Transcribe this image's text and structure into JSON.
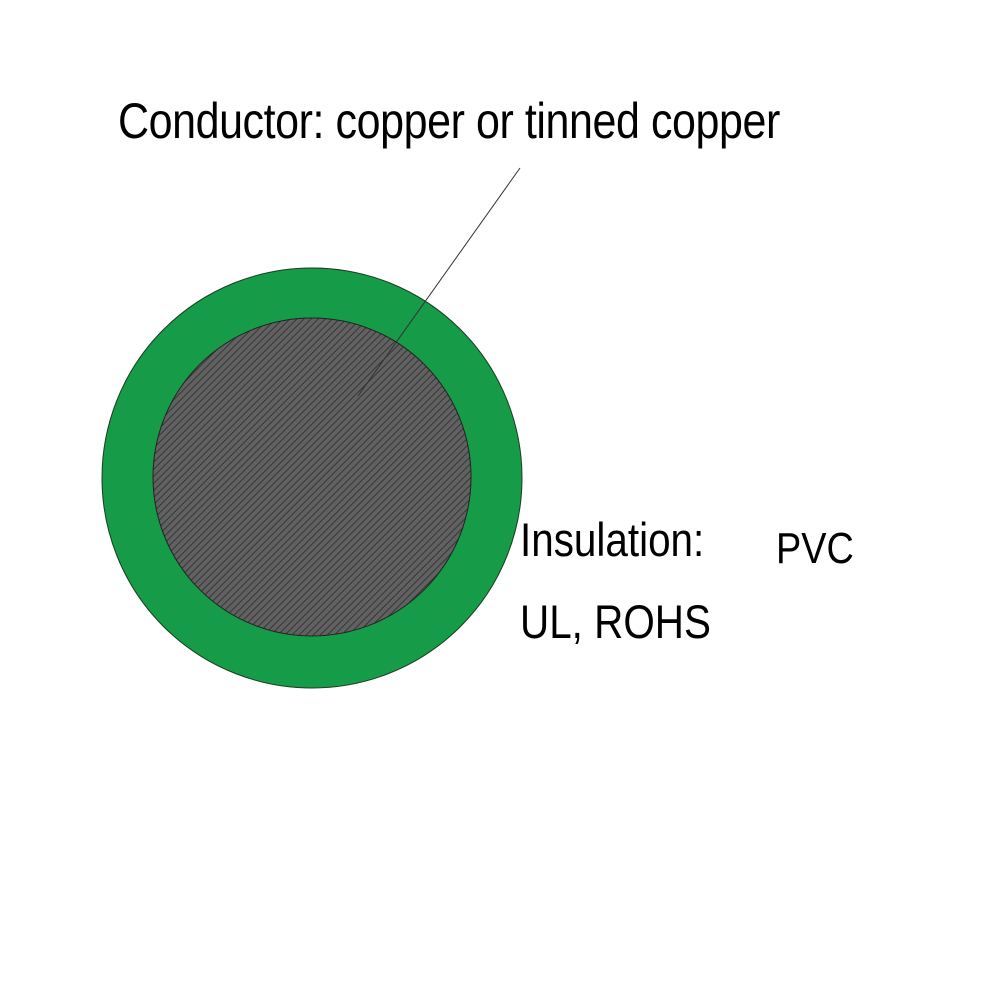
{
  "diagram": {
    "type": "wire-cross-section",
    "labels": {
      "conductor": "Conductor: copper or tinned copper",
      "insulation": "Insulation:",
      "insulation_material": "PVC",
      "certifications": "UL, ROHS"
    },
    "colors": {
      "insulation": "#169b48",
      "conductor": "#5a5a5a",
      "conductor_stripe": "#3a3a3a",
      "leader_line": "#333333",
      "background": "#ffffff"
    }
  }
}
